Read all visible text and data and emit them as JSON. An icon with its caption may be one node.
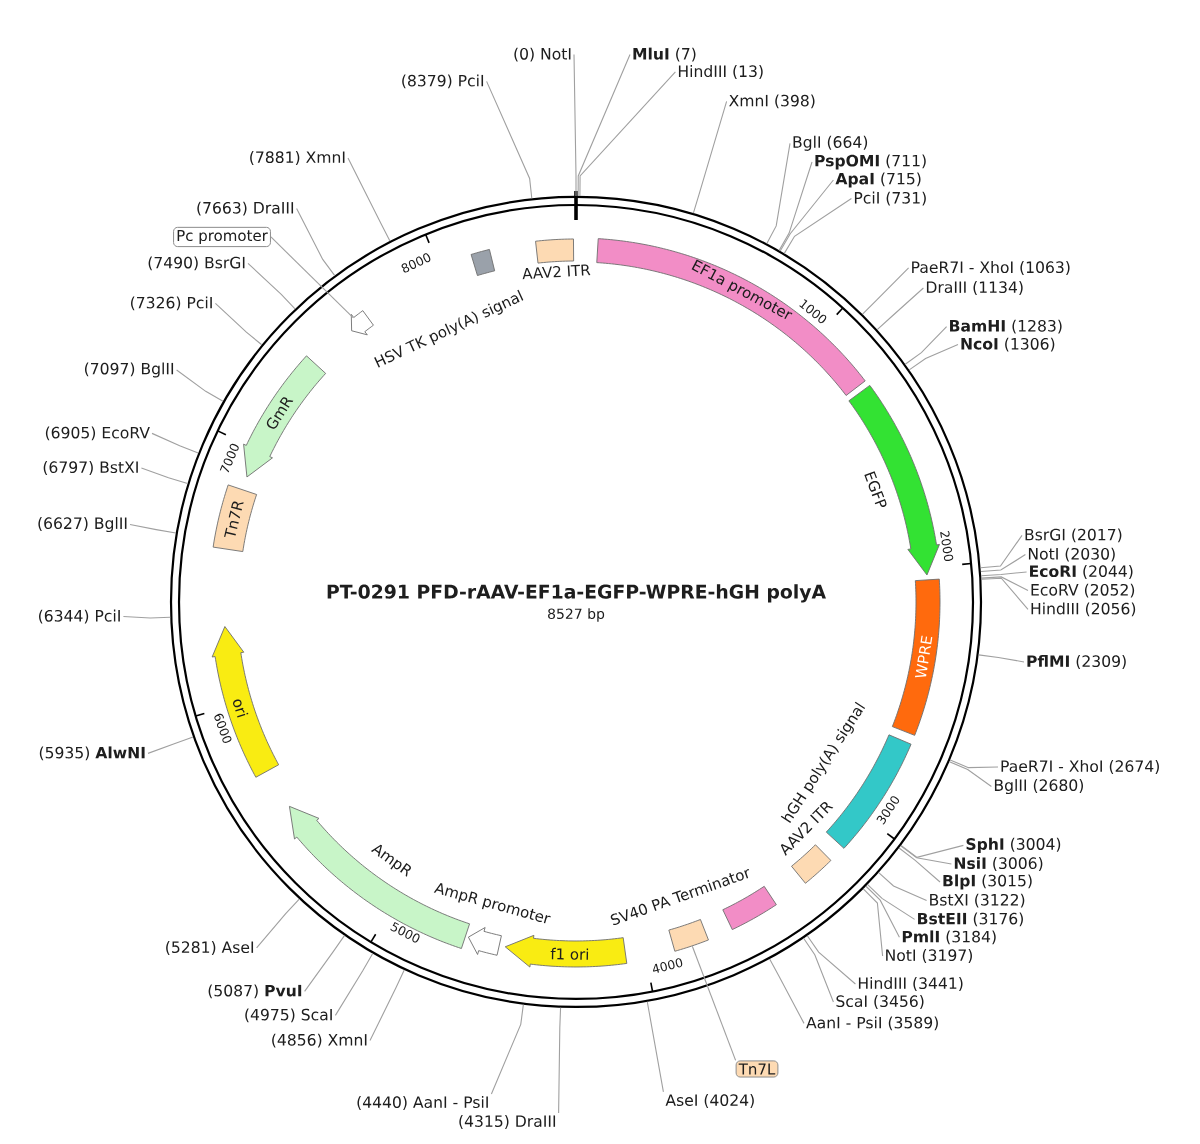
{
  "diagram": {
    "title": "PT-0291 PFD-rAAV-EF1a-EGFP-WPRE-hGH polyA",
    "nodes": [
      {
        "text": [
          "EF1a promoter"
        ]
      },
      {
        "text": [
          "EGFP"
        ]
      },
      {
        "text": [
          "WPRE"
        ]
      },
      {
        "text": [
          "hGH poly(A) signal"
        ]
      },
      {
        "text": [
          "AAV2 ITR"
        ]
      },
      {
        "text": [
          "SV40 PA Terminator"
        ]
      },
      {
        "text": [],
        "shape": "box"
      },
      {
        "text": [
          "f1 ori"
        ]
      },
      {
        "text": [
          "AmpR promoter"
        ]
      },
      {
        "text": [
          "AmpR"
        ]
      },
      {
        "text": [
          "ori"
        ]
      },
      {
        "text": [
          "Tn7R"
        ]
      },
      {
        "text": [
          "GmR"
        ]
      },
      {
        "text": [],
        "shape": "arrow"
      },
      {
        "text": [
          "HSV TK poly(A) signal"
        ]
      },
      {
        "text": [
          "AAV2 ITR"
        ]
      },
      {
        "text": [
          "Pc promoter"
        ]
      },
      {
        "text": [
          "Tn7L"
        ]
      },
      {
        "text": [
          "(0) NotI"
        ]
      },
      {
        "text": [
          "**MluI** (7)"
        ]
      },
      {
        "text": [
          "HindIII (13)"
        ]
      },
      {
        "text": [
          "XmnI (398)"
        ]
      },
      {
        "text": [
          "BglI (664)"
        ]
      },
      {
        "text": [
          "**PspOMI** (711)"
        ]
      },
      {
        "text": [
          "**ApaI** (715)"
        ]
      },
      {
        "text": [
          "PciI (731)"
        ]
      },
      {
        "text": [
          "PaeR7I - XhoI (1063)"
        ]
      },
      {
        "text": [
          "DraIII (1134)"
        ]
      },
      {
        "text": [
          "**BamHI** (1283)"
        ]
      },
      {
        "text": [
          "**NcoI** (1306)"
        ]
      },
      {
        "text": [
          "BsrGI (2017)"
        ]
      },
      {
        "text": [
          "NotI (2030)"
        ]
      },
      {
        "text": [
          "**EcoRI** (2044)"
        ]
      },
      {
        "text": [
          "EcoRV (2052)"
        ]
      },
      {
        "text": [
          "HindIII (2056)"
        ]
      },
      {
        "text": [
          "**PflMI** (2309)"
        ]
      },
      {
        "text": [
          "PaeR7I - XhoI (2674)"
        ]
      },
      {
        "text": [
          "BglII (2680)"
        ]
      },
      {
        "text": [
          "**SphI** (3004)"
        ]
      },
      {
        "text": [
          "**NsiI** (3006)"
        ]
      },
      {
        "text": [
          "**BlpI** (3015)"
        ]
      },
      {
        "text": [
          "BstXI (3122)"
        ]
      },
      {
        "text": [
          "**BstEII** (3176)"
        ]
      },
      {
        "text": [
          "**PmlI** (3184)"
        ]
      },
      {
        "text": [
          "NotI (3197)"
        ]
      },
      {
        "text": [
          "HindIII (3441)"
        ]
      },
      {
        "text": [
          "ScaI (3456)"
        ]
      },
      {
        "text": [
          "AanI - PsiI (3589)"
        ]
      },
      {
        "text": [
          "AseI (4024)"
        ]
      },
      {
        "text": [
          "(4315) DraIII"
        ]
      },
      {
        "text": [
          "(4440) AanI - PsiI"
        ]
      },
      {
        "text": [
          "(4856) XmnI"
        ]
      },
      {
        "text": [
          "(4975) ScaI"
        ]
      },
      {
        "text": [
          "(5087) **PvuI**"
        ]
      },
      {
        "text": [
          "(5281) AseI"
        ]
      },
      {
        "text": [
          "(5935) **AlwNI**"
        ]
      },
      {
        "text": [
          "(6344) PciI"
        ]
      },
      {
        "text": [
          "(6627) BglII"
        ]
      },
      {
        "text": [
          "(6797) BstXI"
        ]
      },
      {
        "text": [
          "(6905) EcoRV"
        ]
      },
      {
        "text": [
          "(7097) BglII"
        ]
      },
      {
        "text": [
          "(7326) PciI"
        ]
      },
      {
        "text": [
          "(7490) BsrGI"
        ]
      },
      {
        "text": [
          "(7663) DraIII"
        ]
      },
      {
        "text": [
          "(7881) XmnI"
        ]
      },
      {
        "text": [
          "(8379) PciI"
        ]
      }
    ],
    "edges": [
      {
        "from": 16,
        "to": 13,
        "arrow": "none"
      },
      {
        "from": 17,
        "to": 6,
        "arrow": "none"
      },
      {
        "from": 18,
        "to": null,
        "arrow": "none"
      },
      {
        "from": 19,
        "to": null,
        "arrow": "none"
      },
      {
        "from": 20,
        "to": null,
        "arrow": "none"
      },
      {
        "from": 21,
        "to": null,
        "arrow": "none"
      },
      {
        "from": 22,
        "to": null,
        "arrow": "none"
      },
      {
        "from": 23,
        "to": null,
        "arrow": "none"
      },
      {
        "from": 24,
        "to": null,
        "arrow": "none"
      },
      {
        "from": 25,
        "to": null,
        "arrow": "none"
      },
      {
        "from": 26,
        "to": null,
        "arrow": "none"
      },
      {
        "from": 27,
        "to": null,
        "arrow": "none"
      },
      {
        "from": 28,
        "to": null,
        "arrow": "none"
      },
      {
        "from": 29,
        "to": null,
        "arrow": "none"
      },
      {
        "from": 30,
        "to": null,
        "arrow": "none"
      },
      {
        "from": 31,
        "to": null,
        "arrow": "none"
      },
      {
        "from": 32,
        "to": null,
        "arrow": "none"
      },
      {
        "from": 33,
        "to": null,
        "arrow": "none"
      },
      {
        "from": 34,
        "to": null,
        "arrow": "none"
      },
      {
        "from": 35,
        "to": null,
        "arrow": "none"
      },
      {
        "from": 36,
        "to": null,
        "arrow": "none"
      },
      {
        "from": 37,
        "to": null,
        "arrow": "none"
      },
      {
        "from": 38,
        "to": null,
        "arrow": "none"
      },
      {
        "from": 39,
        "to": null,
        "arrow": "none"
      },
      {
        "from": 40,
        "to": null,
        "arrow": "none"
      },
      {
        "from": 41,
        "to": null,
        "arrow": "none"
      },
      {
        "from": 42,
        "to": null,
        "arrow": "none"
      },
      {
        "from": 43,
        "to": null,
        "arrow": "none"
      },
      {
        "from": 44,
        "to": null,
        "arrow": "none"
      },
      {
        "from": 45,
        "to": null,
        "arrow": "none"
      },
      {
        "from": 46,
        "to": null,
        "arrow": "none"
      },
      {
        "from": 47,
        "to": null,
        "arrow": "none"
      },
      {
        "from": 48,
        "to": null,
        "arrow": "none"
      },
      {
        "from": 49,
        "to": null,
        "arrow": "none"
      },
      {
        "from": 50,
        "to": null,
        "arrow": "none"
      },
      {
        "from": 51,
        "to": null,
        "arrow": "none"
      },
      {
        "from": 52,
        "to": null,
        "arrow": "none"
      },
      {
        "from": 53,
        "to": null,
        "arrow": "none"
      },
      {
        "from": 54,
        "to": null,
        "arrow": "none"
      },
      {
        "from": 55,
        "to": null,
        "arrow": "none"
      },
      {
        "from": 56,
        "to": null,
        "arrow": "none"
      },
      {
        "from": 57,
        "to": null,
        "arrow": "none"
      },
      {
        "from": 58,
        "to": null,
        "arrow": "none"
      },
      {
        "from": 59,
        "to": null,
        "arrow": "none"
      },
      {
        "from": 60,
        "to": null,
        "arrow": "none"
      },
      {
        "from": 61,
        "to": null,
        "arrow": "none"
      },
      {
        "from": 62,
        "to": null,
        "arrow": "none"
      },
      {
        "from": 63,
        "to": null,
        "arrow": "none"
      },
      {
        "from": 64,
        "to": null,
        "arrow": "none"
      },
      {
        "from": 65,
        "to": null,
        "arrow": "none"
      }
    ],
    "labels": [
      "1000",
      "2000",
      "3000",
      "4000",
      "5000",
      "6000",
      "7000",
      "8000",
      "8527 bp"
    ]
  }
}
